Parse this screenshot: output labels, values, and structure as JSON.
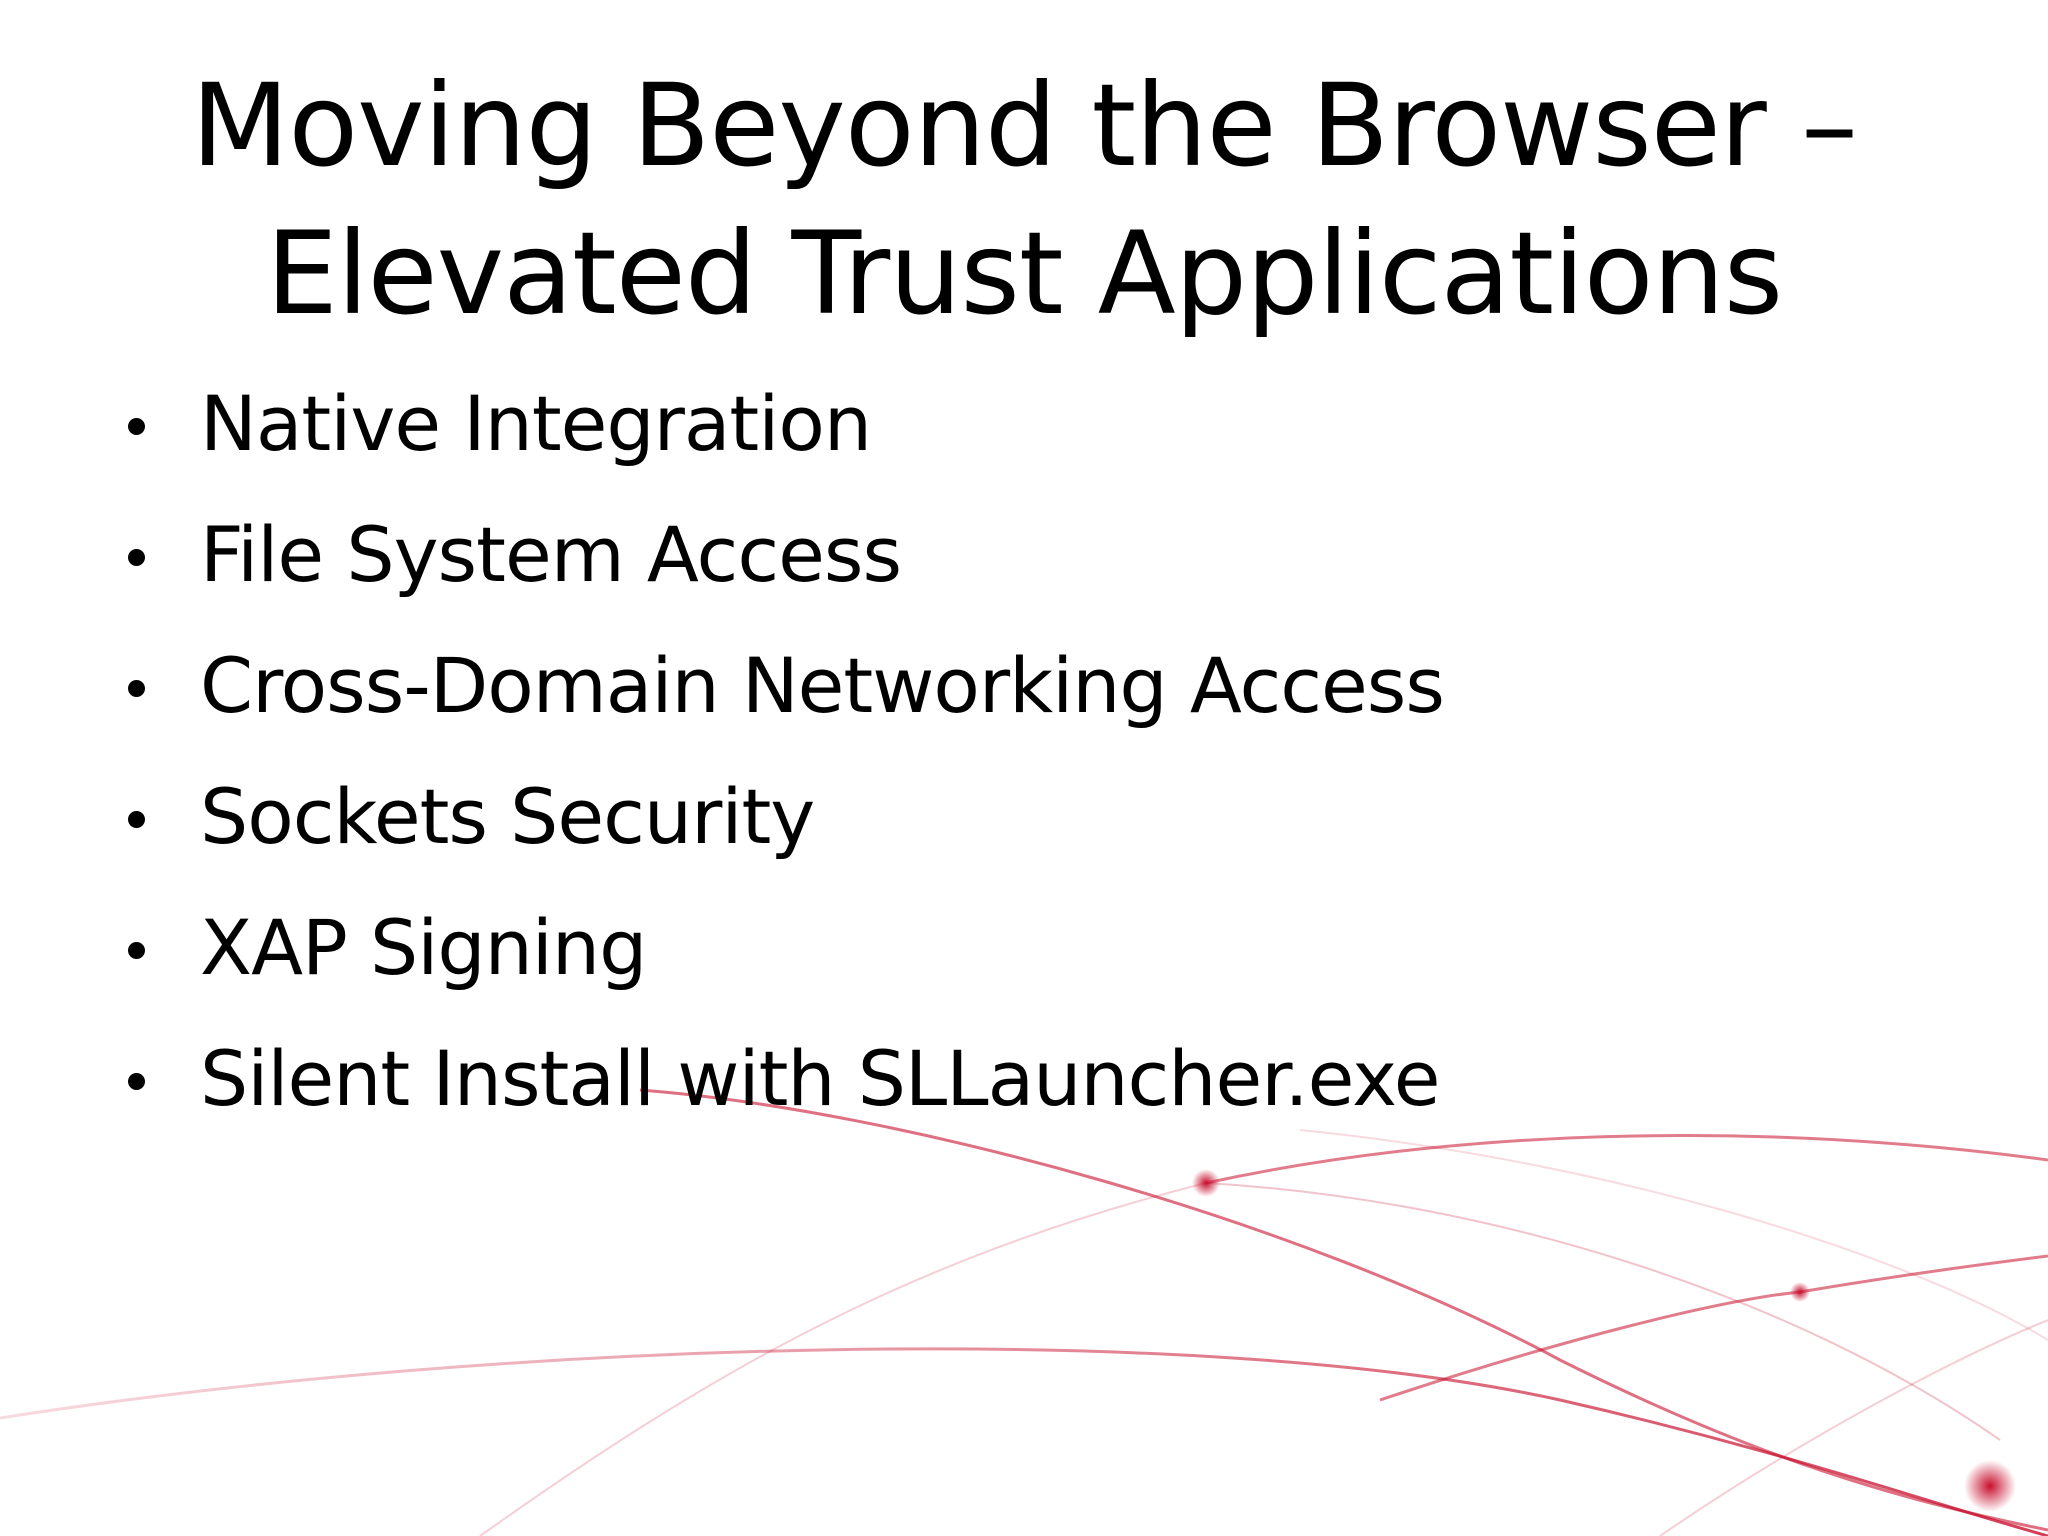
{
  "slide": {
    "title_line1": "Moving Beyond the Browser –",
    "title_line2": "Elevated Trust Applications",
    "bullets": [
      "Native Integration",
      "File System Access",
      "Cross-Domain Networking Access",
      "Sockets Security",
      "XAP Signing",
      "Silent Install with SLLauncher.exe"
    ]
  },
  "colors": {
    "background": "#ffffff",
    "text": "#000000",
    "accent": "#c8102e"
  }
}
